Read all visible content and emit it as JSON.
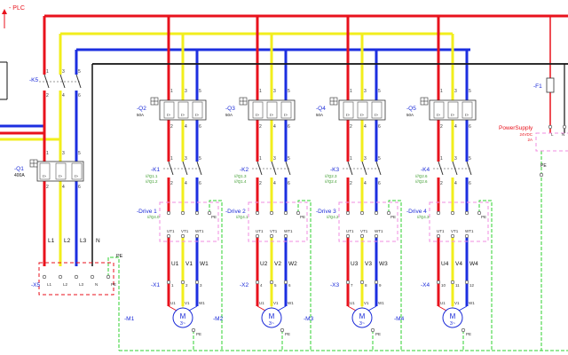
{
  "top_left": {
    "plc_label": "- PLC",
    "k5_label": "-K5"
  },
  "main_breaker": {
    "label": "-Q1",
    "rating": "400A",
    "pins_top": [
      "1",
      "3",
      "5"
    ],
    "pins_bottom": [
      "2",
      "4",
      "6"
    ]
  },
  "terminal_x5": {
    "label": "-X5",
    "conductors": [
      "L1",
      "L2",
      "L3",
      "N"
    ],
    "pins": [
      "L1",
      "L2",
      "L3",
      "N",
      "PE"
    ],
    "pe_label": "PE"
  },
  "fuse": {
    "label": "-F1"
  },
  "power_supply": {
    "title": "PowerSupply",
    "spec_1": "24VDC",
    "spec_2": "2A",
    "pins": [
      "L",
      "N"
    ],
    "pe_label": "PE"
  },
  "drives": [
    {
      "breaker": "-Q2",
      "breaker_rating": "50A",
      "contactor": "-K1",
      "contactor_refs": [
        "///Q1.1",
        "///Q1.2"
      ],
      "drive": "-Drive 1",
      "drive_ref": "///Q4.0",
      "drive_out": [
        "UT1",
        "VT1",
        "WT1"
      ],
      "phases": [
        "U1",
        "V1",
        "W1"
      ],
      "terminal": "-X1",
      "terminal_pins": [
        "1",
        "2",
        "3"
      ],
      "motor": "-M1",
      "motor_pins": [
        "U1",
        "V1",
        "W1"
      ]
    },
    {
      "breaker": "-Q3",
      "breaker_rating": "50A",
      "contactor": "-K2",
      "contactor_refs": [
        "///Q1.3",
        "///Q1.4"
      ],
      "drive": "-Drive 2",
      "drive_ref": "///Q4.1",
      "drive_out": [
        "UT1",
        "VT1",
        "WT1"
      ],
      "phases": [
        "U2",
        "V2",
        "W2"
      ],
      "terminal": "-X2",
      "terminal_pins": [
        "4",
        "5",
        "6"
      ],
      "motor": "-M2",
      "motor_pins": [
        "U1",
        "V1",
        "W1"
      ]
    },
    {
      "breaker": "-Q4",
      "breaker_rating": "50A",
      "contactor": "-K3",
      "contactor_refs": [
        "///Q2.3",
        "///Q2.4"
      ],
      "drive": "-Drive 3",
      "drive_ref": "///Q4.2",
      "drive_out": [
        "UT1",
        "VT1",
        "WT1"
      ],
      "phases": [
        "U3",
        "V3",
        "W3"
      ],
      "terminal": "-X3",
      "terminal_pins": [
        "7",
        "8",
        "9"
      ],
      "motor": "-M3",
      "motor_pins": [
        "U1",
        "V1",
        "W1"
      ]
    },
    {
      "breaker": "-Q5",
      "breaker_rating": "50A",
      "contactor": "-K4",
      "contactor_refs": [
        "///Q2.6",
        "///Q2.6"
      ],
      "drive": "-Drive 4",
      "drive_ref": "///Q4.3",
      "drive_out": [
        "UT1",
        "VT1",
        "WT1"
      ],
      "phases": [
        "U4",
        "V4",
        "W4"
      ],
      "terminal": "-X4",
      "terminal_pins": [
        "10",
        "11",
        "12"
      ],
      "motor": "-M4",
      "motor_pins": [
        "U1",
        "V1",
        "W1"
      ]
    }
  ],
  "common": {
    "pin_top": [
      "1",
      "3",
      "5"
    ],
    "pin_bottom": [
      "2",
      "4",
      "6"
    ],
    "drive_pe": "PE",
    "motor_symbol": "M",
    "motor_sub": "3~",
    "motor_pe": "PE",
    "breaker_marks": [
      "I>",
      "I>",
      "I>"
    ]
  },
  "colors": {
    "l1": "#e8121c",
    "l2": "#f2ee1c",
    "l3": "#1c2fe0",
    "neutral": "#111111",
    "pe": "#2fd02f",
    "label": "#1a2ad8",
    "ref": "#3a9a2a",
    "ps": "#e8121c",
    "box": "#f08ce0"
  }
}
